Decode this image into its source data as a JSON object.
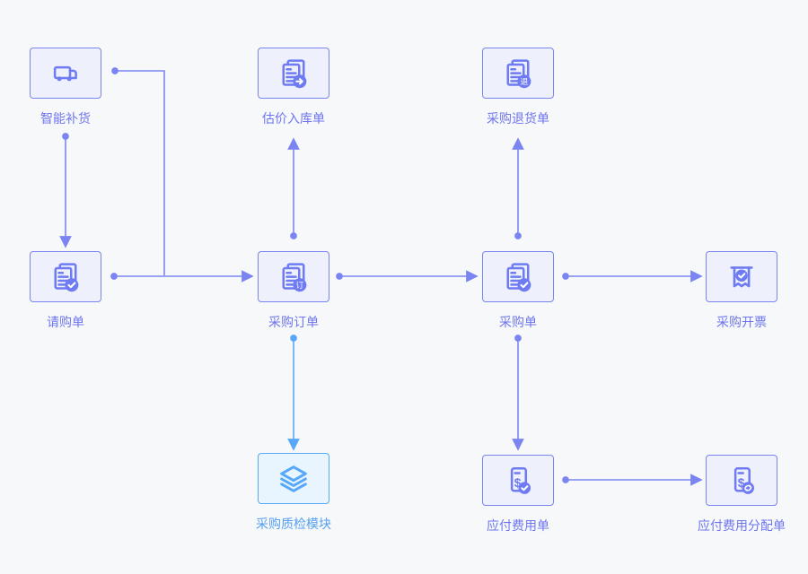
{
  "page": {
    "background": "#f7f8fa"
  },
  "palette": {
    "primary": "#6e7bf2",
    "primary_line": "#7b85f2",
    "primary_box_bg": "#eef0fc",
    "blue": "#57a8f8",
    "blue_box_bg": "#e9f5fe"
  },
  "nodes": {
    "smart_replenish": {
      "label": "智能补货",
      "icon": "truck-icon"
    },
    "purchase_request": {
      "label": "请购单",
      "icon": "document-check-icon"
    },
    "valuation_receipt": {
      "label": "估价入库单",
      "icon": "document-arrow-icon"
    },
    "purchase_order": {
      "label": "采购订单",
      "icon": "document-badge-icon",
      "badge": "订"
    },
    "purchase_return": {
      "label": "采购退货单",
      "icon": "document-badge-icon",
      "badge": "退"
    },
    "purchase_bill": {
      "label": "采购单",
      "icon": "document-check-icon"
    },
    "purchase_invoicing": {
      "label": "采购开票",
      "icon": "invoice-ribbon-icon"
    },
    "qc_module": {
      "label": "采购质检模块",
      "icon": "layers-icon"
    },
    "payable_expense": {
      "label": "应付费用单",
      "icon": "bill-dollar-check-icon",
      "currency": "$"
    },
    "payable_allocation": {
      "label": "应付费用分配单",
      "icon": "bill-dollar-sync-icon",
      "currency": "$"
    }
  },
  "connections": [
    {
      "from": "智能补货",
      "to": "请购单",
      "color": "#7b85f2"
    },
    {
      "from": "智能补货",
      "to": "采购订单",
      "color": "#7b85f2"
    },
    {
      "from": "请购单",
      "to": "采购订单",
      "color": "#7b85f2"
    },
    {
      "from": "采购订单",
      "to": "估价入库单",
      "color": "#7b85f2"
    },
    {
      "from": "采购订单",
      "to": "采购单",
      "color": "#7b85f2"
    },
    {
      "from": "采购订单",
      "to": "采购质检模块",
      "color": "#57a8f8"
    },
    {
      "from": "采购单",
      "to": "采购退货单",
      "color": "#7b85f2"
    },
    {
      "from": "采购单",
      "to": "采购开票",
      "color": "#7b85f2"
    },
    {
      "from": "采购单",
      "to": "应付费用单",
      "color": "#7b85f2"
    },
    {
      "from": "应付费用单",
      "to": "应付费用分配单",
      "color": "#7b85f2"
    }
  ]
}
